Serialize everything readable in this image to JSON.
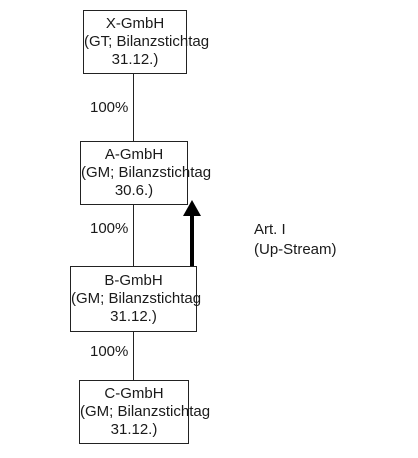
{
  "entities": [
    {
      "name": "X-GmbH",
      "detail_line_1": "(GT; Bilanzstichtag",
      "detail_line_2": "31.12.)"
    },
    {
      "name": "A-GmbH",
      "detail_line_1": "(GM; Bilanzstichtag",
      "detail_line_2": "30.6.)"
    },
    {
      "name": "B-GmbH",
      "detail_line_1": "(GM; Bilanzstichtag",
      "detail_line_2": "31.12.)"
    },
    {
      "name": "C-GmbH",
      "detail_line_1": "(GM; Bilanzstichtag",
      "detail_line_2": "31.12.)"
    }
  ],
  "ownership": [
    {
      "from": "X-GmbH",
      "to": "A-GmbH",
      "percent": "100%"
    },
    {
      "from": "A-GmbH",
      "to": "B-GmbH",
      "percent": "100%"
    },
    {
      "from": "B-GmbH",
      "to": "C-GmbH",
      "percent": "100%"
    }
  ],
  "annotation": {
    "label": "Art. I",
    "sublabel": "(Up-Stream)",
    "direction": "B-GmbH to A-GmbH"
  },
  "colors": {
    "line": "#222222",
    "arrow": "#000000",
    "background": "#ffffff"
  }
}
